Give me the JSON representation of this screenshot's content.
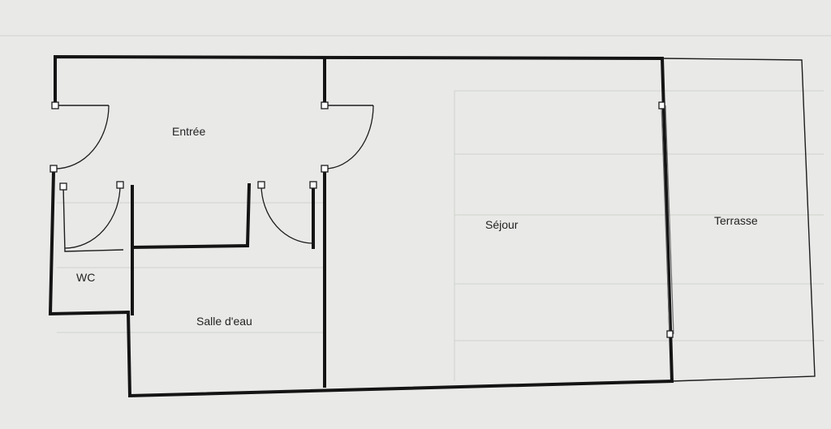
{
  "rooms": {
    "entree": "Entrée",
    "wc": "WC",
    "salle_deau": "Salle d'eau",
    "sejour": "Séjour",
    "terrasse": "Terrasse"
  },
  "colors": {
    "paper": "#e9eae8",
    "wall": "#141414",
    "faded_print": "#b9bcb8"
  }
}
